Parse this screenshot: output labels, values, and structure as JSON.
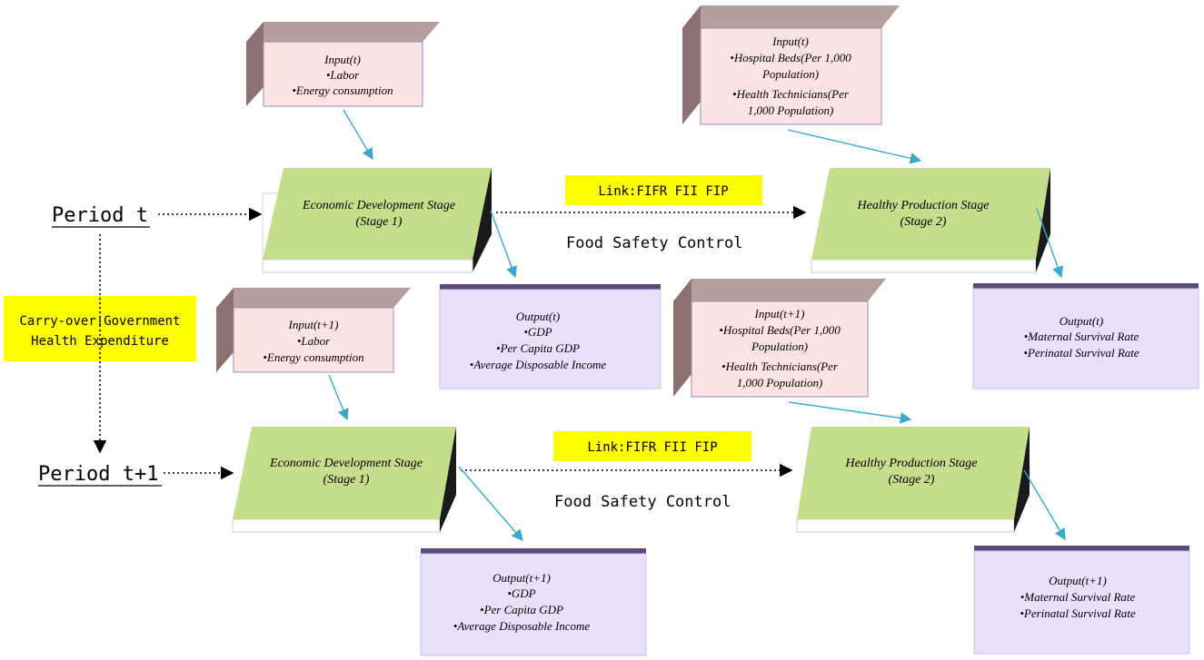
{
  "periods": {
    "t": "Period t",
    "t1": "Period t+1"
  },
  "carryover": {
    "line1": "Carry-over:Government",
    "line2": "Health Expenditure"
  },
  "link_label": "Link:FIFR FII FIP",
  "food_safety": "Food Safety Control",
  "stage1": {
    "title": "Economic Development Stage",
    "sub": "(Stage 1)"
  },
  "stage2": {
    "title": "Healthy Production Stage",
    "sub": "(Stage 2)"
  },
  "input_econ_t": [
    "Input(t)",
    "•Labor",
    "•Energy consumption"
  ],
  "input_econ_t1": [
    "Input(t+1)",
    "•Labor",
    "•Energy consumption"
  ],
  "input_health_t": [
    "Input(t)",
    "•Hospital Beds(Per 1,000",
    "Population)",
    "•Health Technicians(Per",
    "1,000 Population)"
  ],
  "input_health_t1": [
    "Input(t+1)",
    "•Hospital Beds(Per 1,000",
    "Population)",
    "•Health Technicians(Per",
    "1,000 Population)"
  ],
  "output_econ_t": [
    "Output(t)",
    "•GDP",
    "•Per Capita GDP",
    "•Average Disposable Income"
  ],
  "output_econ_t1": [
    "Output(t+1)",
    "•GDP",
    "•Per Capita GDP",
    "•Average Disposable Income"
  ],
  "output_health_t": [
    "Output(t)",
    "•Maternal Survival Rate",
    "•Perinatal Survival Rate"
  ],
  "output_health_t1": [
    "Output(t+1)",
    "•Maternal Survival Rate",
    "•Perinatal Survival Rate"
  ],
  "colors": {
    "stage_fill": "#c4de8c",
    "stage_side": "#1a1a1a",
    "input_front": "#fde4e4",
    "input_top": "#b59e9e",
    "input_side": "#8c7171",
    "output_fill": "#e9e1fb",
    "output_top": "#5b4a7a",
    "yellow": "#ffff00",
    "arrow_blue": "#3aa9c9"
  }
}
